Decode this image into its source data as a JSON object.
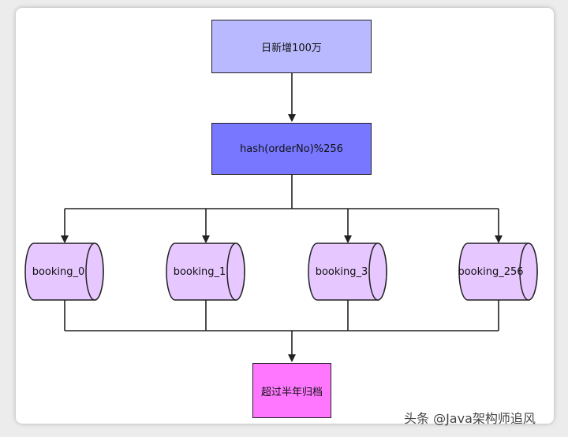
{
  "nodes": {
    "source": "日新增100万",
    "hash": "hash(orderNo)%256",
    "archive": "超过半年归档"
  },
  "tables": [
    {
      "label": "booking_0"
    },
    {
      "label": "booking_1"
    },
    {
      "label": "booking_3"
    },
    {
      "label": "booking_256"
    }
  ],
  "colors": {
    "source_fill": "#b9b9ff",
    "hash_fill": "#7777ff",
    "table_fill": "#e6c7ff",
    "archive_fill": "#ff77ff",
    "stroke": "#222222"
  },
  "watermark": "头条 @Java架构师追风"
}
